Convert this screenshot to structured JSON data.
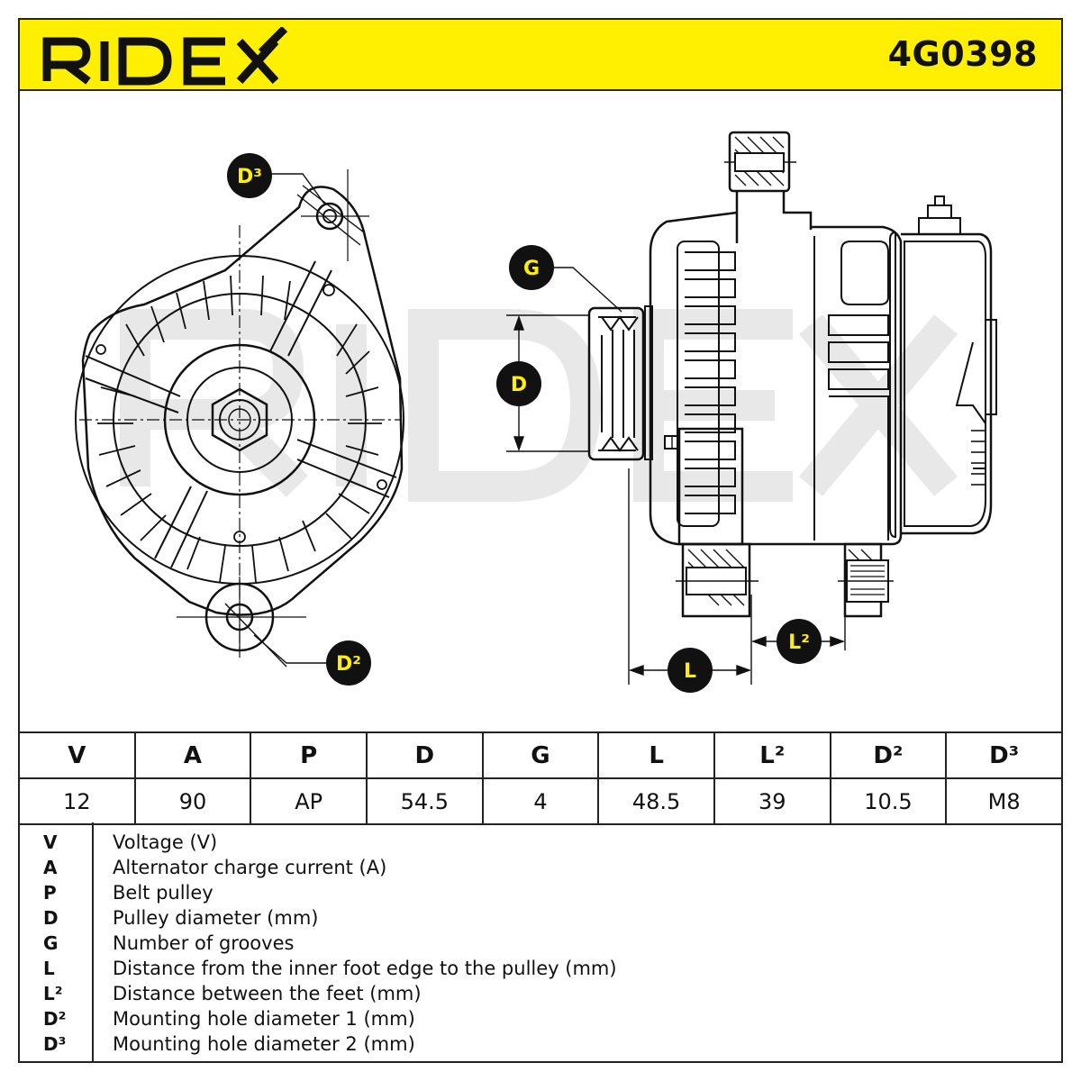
{
  "header": {
    "brand": "RIDEX",
    "part_number": "4G0398",
    "accent_color": "#ffef00"
  },
  "drawing": {
    "watermark": "RIDEX",
    "callouts": {
      "g": "G",
      "d": "D",
      "l": "L",
      "l2": "L²",
      "d2": "D²",
      "d3": "D³"
    }
  },
  "spec_table": {
    "headers": [
      "V",
      "A",
      "P",
      "D",
      "G",
      "L",
      "L²",
      "D²",
      "D³"
    ],
    "values": [
      "12",
      "90",
      "AP",
      "54.5",
      "4",
      "48.5",
      "39",
      "10.5",
      "M8"
    ]
  },
  "legend": [
    {
      "key": "V",
      "desc": "Voltage (V)"
    },
    {
      "key": "A",
      "desc": "Alternator charge current (A)"
    },
    {
      "key": "P",
      "desc": "Belt pulley"
    },
    {
      "key": "D",
      "desc": "Pulley diameter (mm)"
    },
    {
      "key": "G",
      "desc": "Number of grooves"
    },
    {
      "key": "L",
      "desc": "Distance from the inner foot edge to the pulley (mm)"
    },
    {
      "key": "L²",
      "desc": "Distance between the feet (mm)"
    },
    {
      "key": "D²",
      "desc": "Mounting hole diameter 1 (mm)"
    },
    {
      "key": "D³",
      "desc": "Mounting hole diameter 2 (mm)"
    }
  ]
}
